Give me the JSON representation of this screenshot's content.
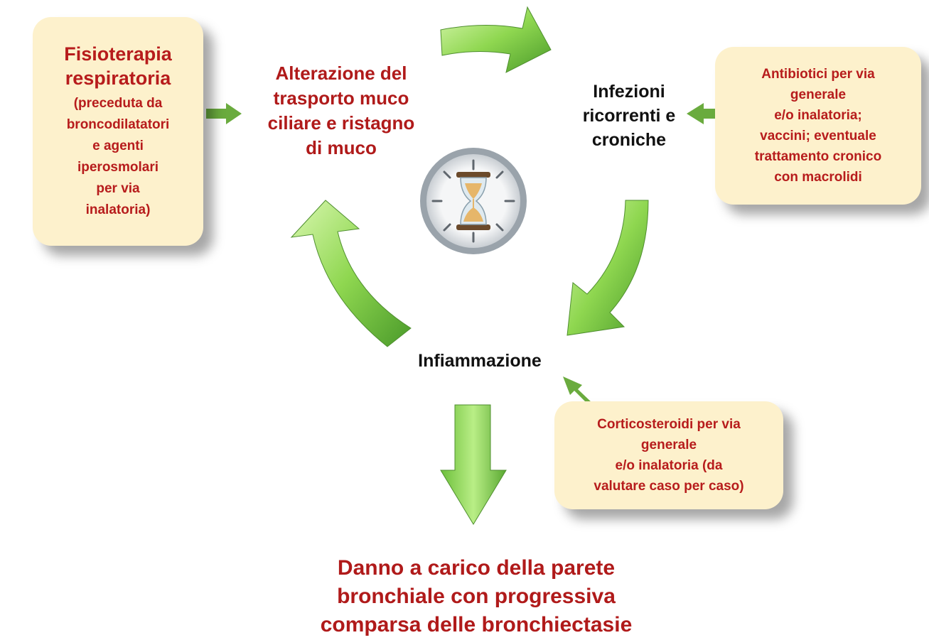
{
  "boxes": {
    "physio": {
      "title": [
        "Fisioterapia",
        "respiratoria"
      ],
      "lines": [
        "(preceduta da",
        "broncodilatatori",
        "e agenti",
        "iperosmolari",
        "per via",
        "inalatoria)"
      ]
    },
    "antibiotics": {
      "lines": [
        "Antibiotici per via",
        "generale",
        "e/o inalatoria;",
        "vaccini; eventuale",
        "trattamento cronico",
        "con macrolidi"
      ]
    },
    "corticosteroids": {
      "lines": [
        "Corticosteroidi per via",
        "generale",
        "e/o inalatoria (da",
        "valutare caso per caso)"
      ]
    }
  },
  "nodes": {
    "mucus": [
      "Alterazione del",
      "trasporto muco",
      "ciliare e ristagno",
      "di muco"
    ],
    "infections": [
      "Infezioni",
      "ricorrenti e",
      "croniche"
    ],
    "inflammation": "Infiammazione",
    "damage": [
      "Danno a carico della parete",
      "bronchiale con progressiva",
      "comparsa delle bronchiectasie"
    ]
  },
  "icons": {
    "center": "hourglass-clock-icon"
  },
  "colors": {
    "box_fill": "#fdf1cc",
    "text_red": "#b01a1a",
    "arrow_green_light": "#9ce05a",
    "arrow_green_dark": "#4a9a2a"
  }
}
